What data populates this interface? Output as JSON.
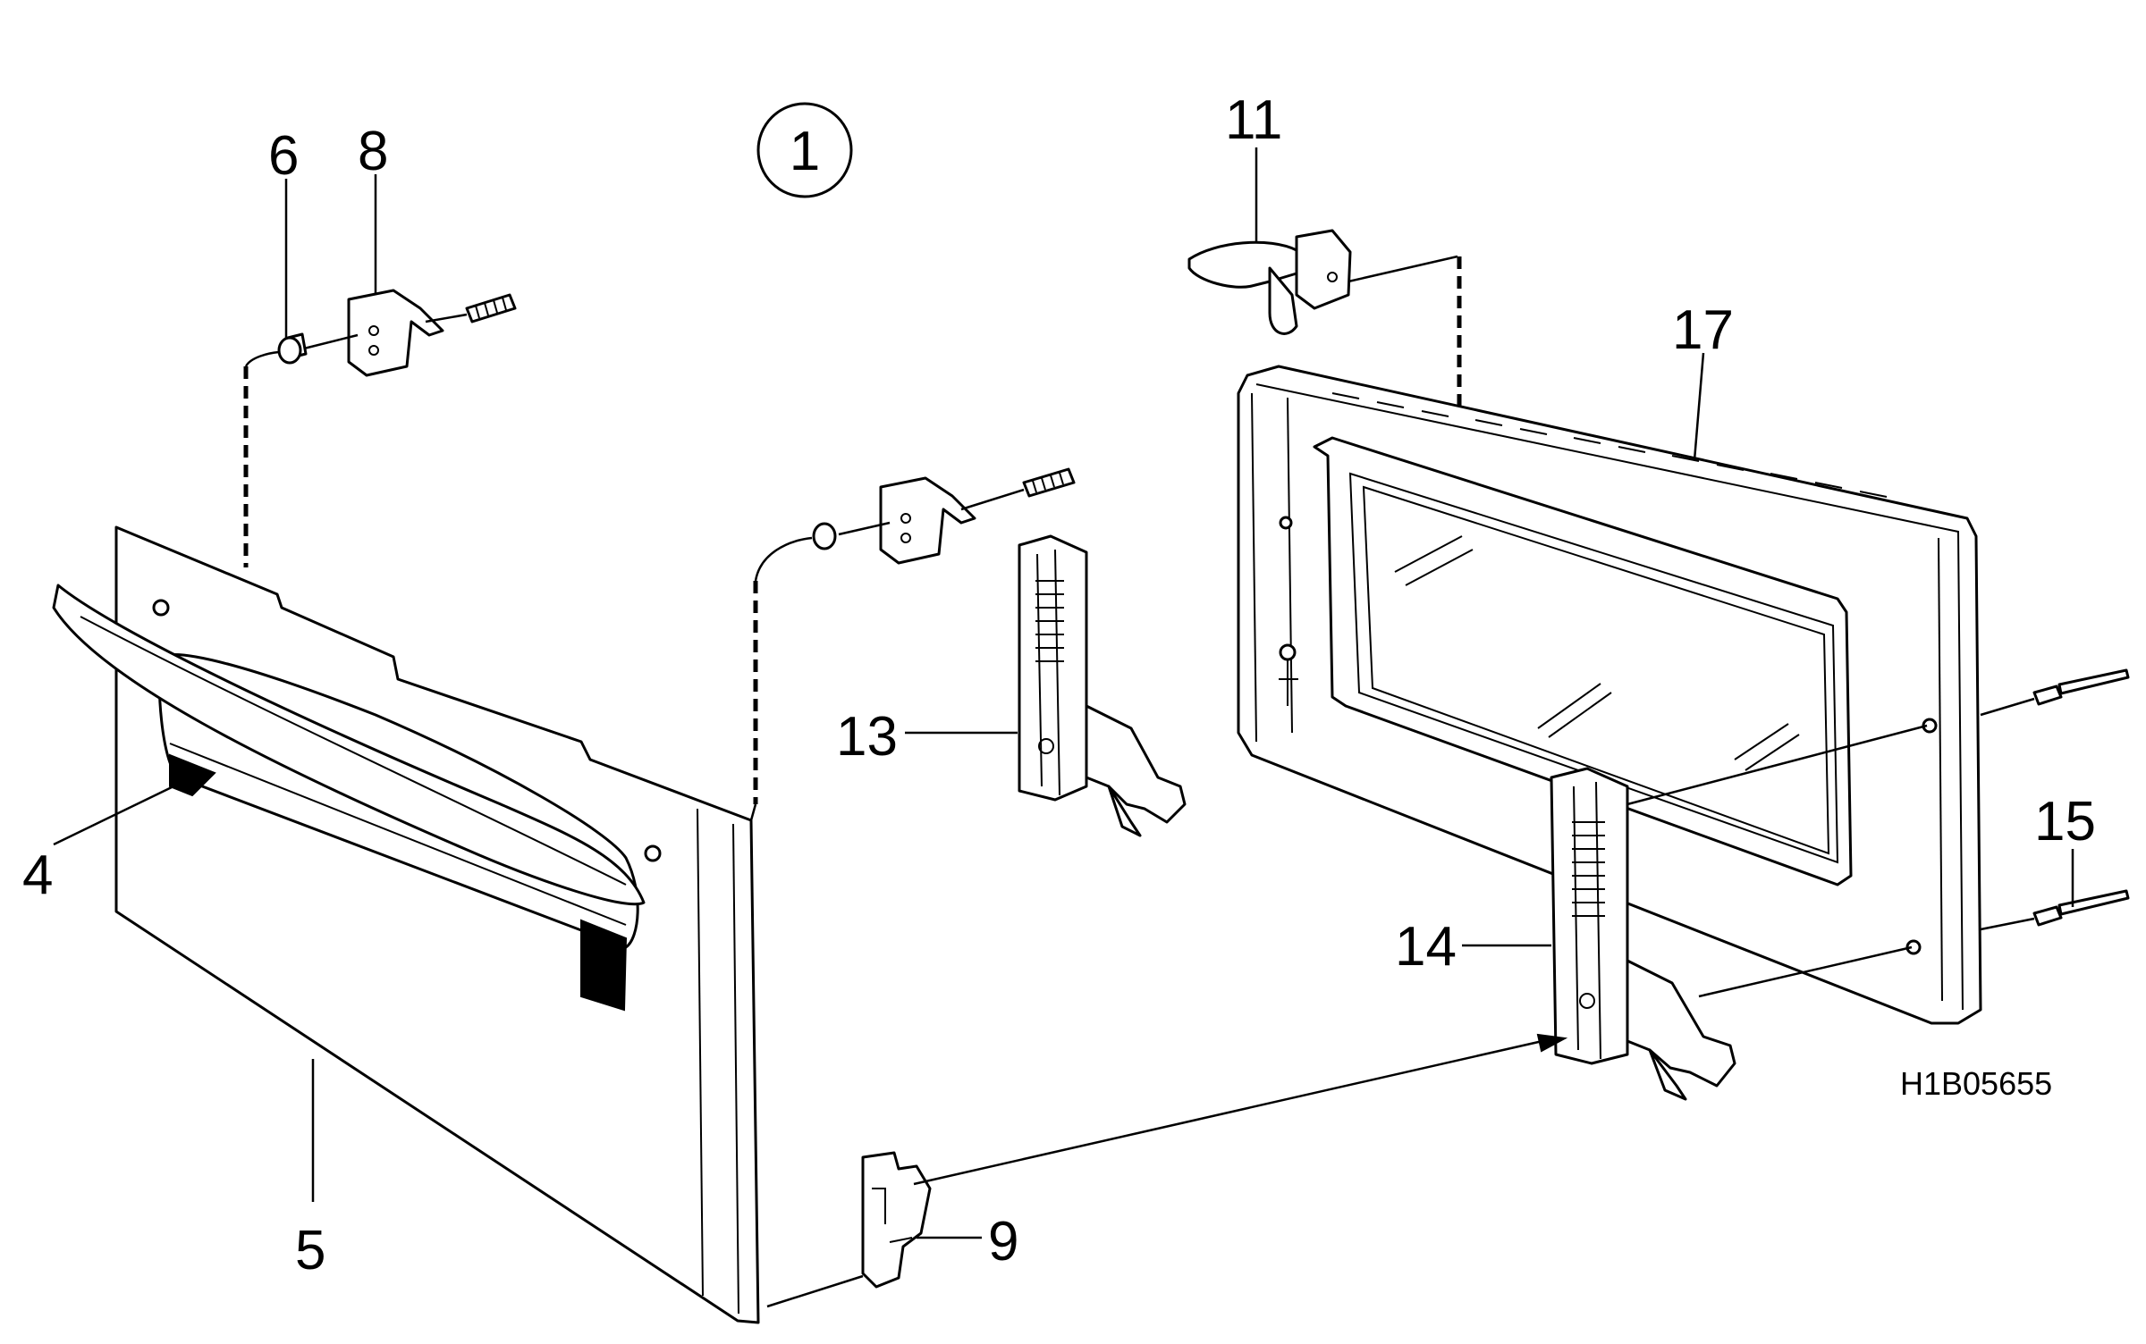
{
  "diagram": {
    "view_number": "1",
    "drawing_code": "H1B05655",
    "callouts": [
      "4",
      "5",
      "6",
      "8",
      "9",
      "11",
      "13",
      "14",
      "15",
      "17"
    ],
    "arrow_color": "#000000"
  }
}
